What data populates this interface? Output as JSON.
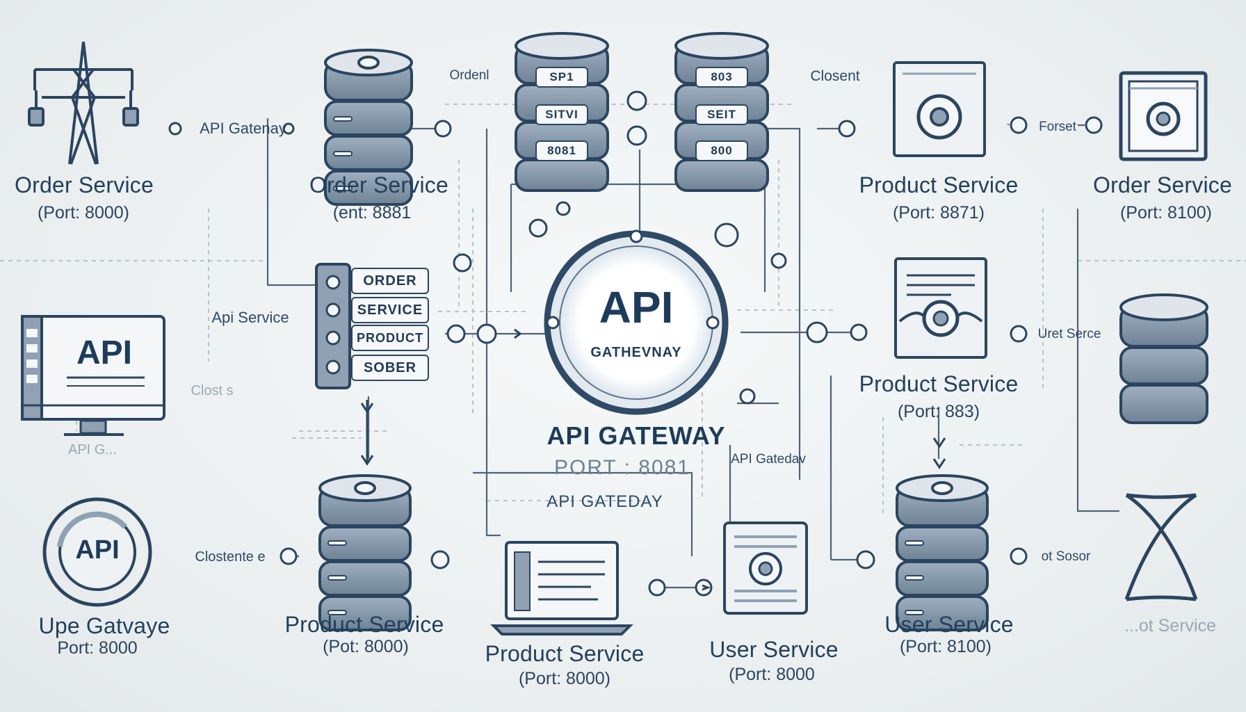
{
  "palette": {
    "stroke": "#2b4560",
    "fill_light": "#dfe5ea",
    "fill_mid": "#8fa1b3",
    "background": "#eef1f1"
  },
  "center": {
    "title": "API",
    "subtitle": "GATHEVNAY",
    "label": "API GATEWAY",
    "port": "PORT : 8081",
    "sub": "API GATEDAY",
    "sub_right": "API Gatedav"
  },
  "left_column": {
    "top": {
      "icon": "power-tower-icon",
      "title": "Order Service",
      "port": "(Port: 8000)"
    },
    "middle": {
      "icon": "monitor-icon",
      "screen": "API",
      "caption": "API G..."
    },
    "bottom": {
      "icon": "api-badge-icon",
      "badge": "API",
      "title": "Upe Gatvaye",
      "port": "Port: 8000"
    }
  },
  "inner_left": {
    "top": {
      "icon": "database-icon",
      "title": "Order Service",
      "port": "(ent: 8881"
    },
    "stack": {
      "items": [
        "ORDER",
        "SERVICE",
        "PRODUCT",
        "SOBER"
      ]
    },
    "bottom": {
      "icon": "database-icon",
      "title": "Product Service",
      "port": "(Pot: 8000)"
    }
  },
  "top_dbs": {
    "left": {
      "icon": "database-icon",
      "slots": [
        "SP1",
        "SITVI",
        "8081"
      ]
    },
    "right": {
      "icon": "database-icon",
      "slots": [
        "803",
        "SEIT",
        "800"
      ]
    },
    "label_left": "Ordenl",
    "label_right": "Closent"
  },
  "bottom_center": {
    "laptop": {
      "icon": "laptop-icon",
      "title": "Product Service",
      "port": "(Port: 8000)"
    },
    "panel": {
      "icon": "settings-panel-icon",
      "title": "User Service",
      "port": "(Port: 8000"
    }
  },
  "inner_right": {
    "top": {
      "icon": "document-gear-icon",
      "title": "Product Service",
      "port": "(Port: 8871)"
    },
    "middle": {
      "icon": "document-eye-icon",
      "title": "Product Service",
      "port": "(Port: 883)"
    },
    "bottom": {
      "icon": "database-icon",
      "title": "User Service",
      "port": "(Port: 8100)"
    }
  },
  "right_column": {
    "top": {
      "icon": "frame-icon",
      "title": "Order Service",
      "port": "(Port: 8100)"
    },
    "middle": {
      "icon": "database-icon"
    },
    "bottom": {
      "icon": "x-shape-icon",
      "title": "...ot Service"
    }
  },
  "edge_labels": {
    "api_gateway": "API Gatenay",
    "api_service": "Api Service",
    "clost": "Clost s",
    "closten": "Clostente e",
    "forset": "Forset",
    "uret": "Uret Serce",
    "ot_sosor": "ot Sosor"
  }
}
